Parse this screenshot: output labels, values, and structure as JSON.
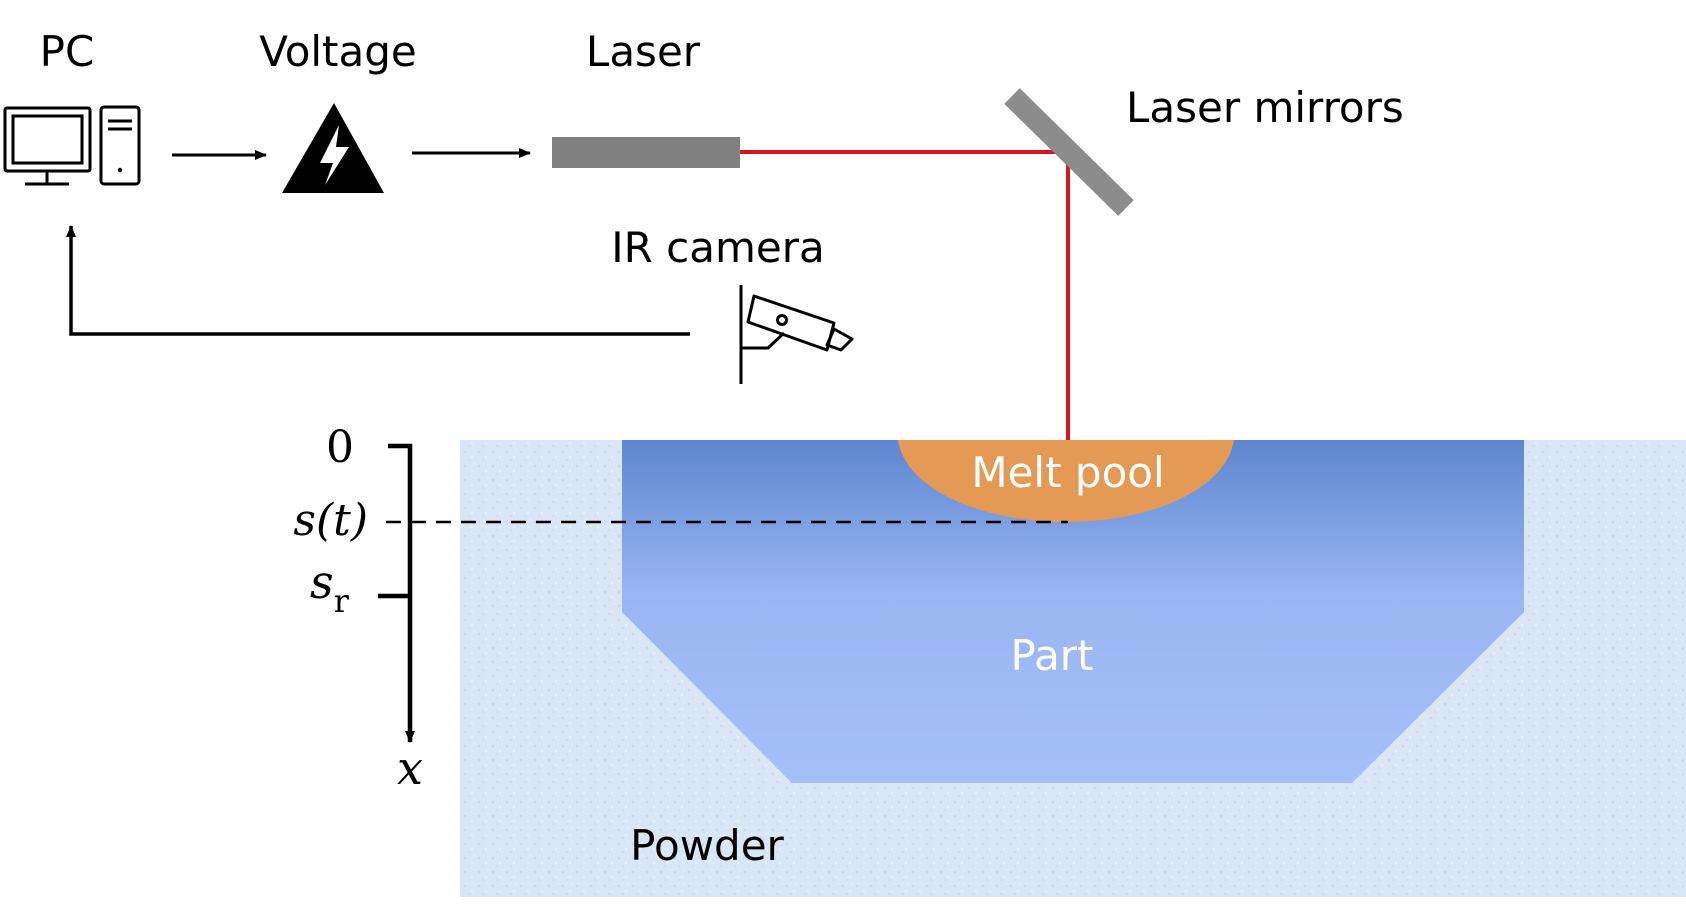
{
  "labels": {
    "pc": "PC",
    "voltage": "Voltage",
    "laser": "Laser",
    "laser_mirrors": "Laser mirrors",
    "ir_camera": "IR camera",
    "melt_pool": "Melt pool",
    "part": "Part",
    "powder": "Powder"
  },
  "axis": {
    "zero": "0",
    "s_t": "s(t)",
    "s_r_base": "s",
    "s_r_sub": "r",
    "x": "x"
  },
  "icons": [
    "computer-icon",
    "voltage-warning-icon",
    "security-camera-icon"
  ],
  "colors": {
    "laser_beam": "#d8141c",
    "laser_body": "#808080",
    "mirror": "#8c8c8c",
    "melt_pool": "#e49a55",
    "part_top": "#5d86d0",
    "part_bottom": "#a3bff8",
    "powder": "#d9e6f5"
  }
}
